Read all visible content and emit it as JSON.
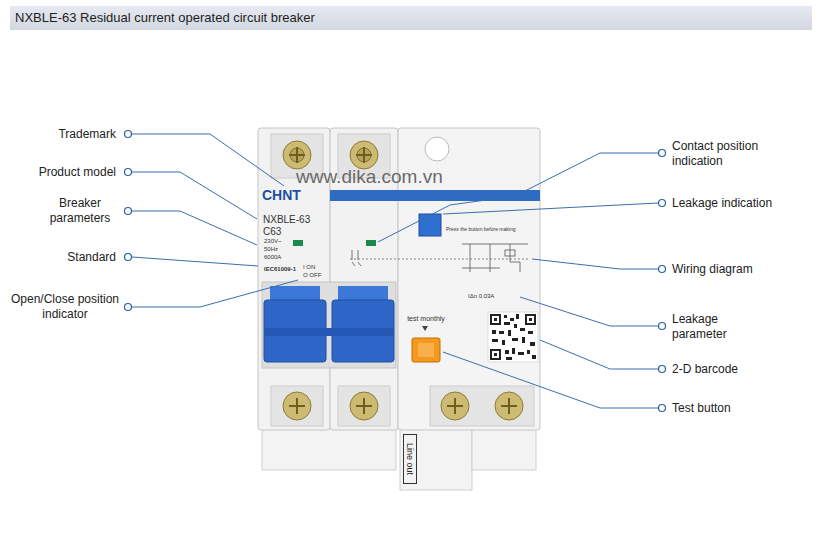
{
  "diagram": {
    "title": "NXBLE-63 Residual current operated circuit breaker",
    "labels": [
      "Trademark",
      "Product model",
      "Breaker parameters",
      "Standard",
      "Open/Close position indicator",
      "Contact position indication",
      "Leakage indication",
      "Wiring diagram",
      "Leakage parameter",
      "2-D barcode",
      "Test button",
      "CHNT",
      "NXBLE-63",
      "C63",
      "230V~",
      "50Hz",
      "6000A",
      "IEC61009-1",
      "I ON",
      "O OFF",
      "test monthly",
      "IΔn 0.03A",
      "Line out",
      "www.dika.com.vn",
      "Press the button before making"
    ]
  }
}
